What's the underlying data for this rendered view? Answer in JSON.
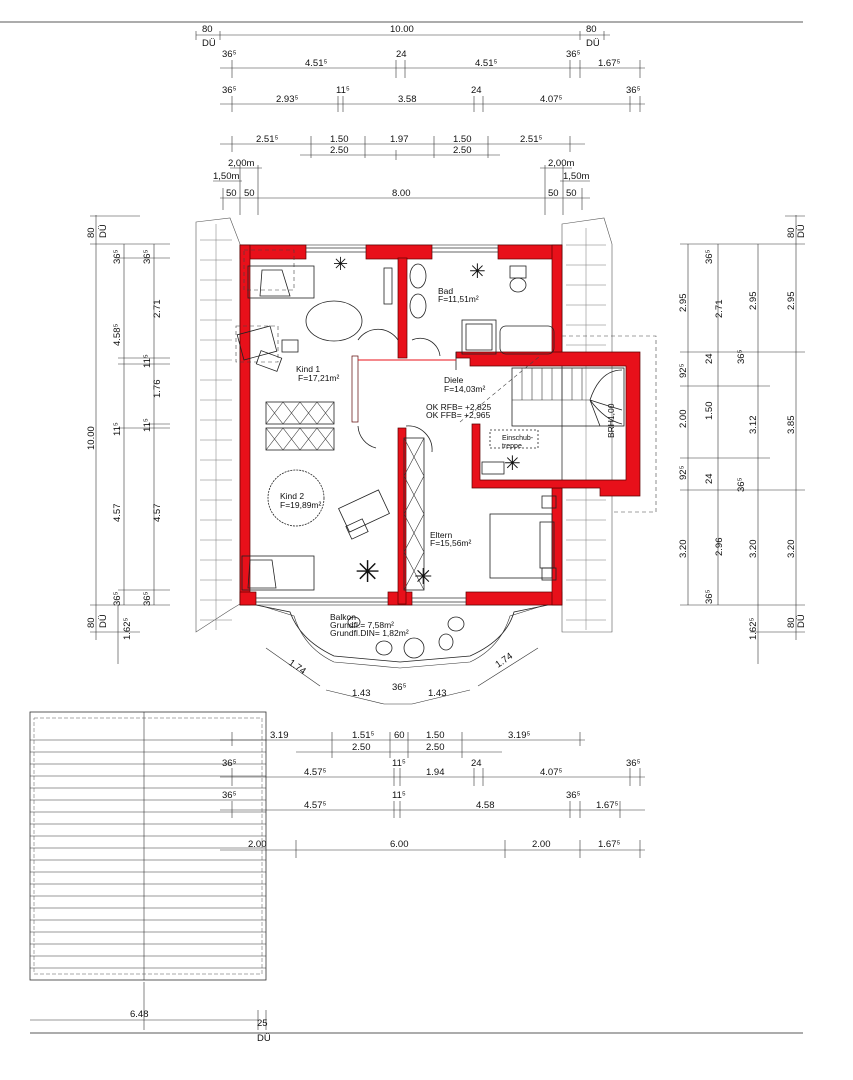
{
  "rooms": {
    "kind1": {
      "name": "Kind 1",
      "area": "F=17,21m²"
    },
    "kind2": {
      "name": "Kind 2",
      "area": "F=19,89m²"
    },
    "bad": {
      "name": "Bad",
      "area": "F=11,51m²"
    },
    "diele": {
      "name": "Diele",
      "area": "F=14,03m²"
    },
    "eltern": {
      "name": "Eltern",
      "area": "F=15,56m²"
    },
    "balkon": {
      "name": "Balkon",
      "area1": "Grundfl.= 7,58m²",
      "area2": "Grundfl.DIN= 1,82m²"
    },
    "okrfb": "OK RFB= +2,825",
    "okffb": "OK FFB= +2,965",
    "einschub1": "Einschub-",
    "einschub2": "treppe",
    "brh": "BRH1,00"
  },
  "top_dims": {
    "row1": [
      "80",
      "10.00",
      "80"
    ],
    "du": "DÜ",
    "row2": [
      "36⁵",
      "4.51⁵",
      "24",
      "4.51⁵",
      "36⁵",
      "1.67⁵"
    ],
    "row3": [
      "36⁵",
      "2.93⁵",
      "11⁵",
      "3.58",
      "24",
      "4.07⁵",
      "36⁵"
    ],
    "row4a": [
      "2.51⁵",
      "1.50",
      "1.97",
      "1.50",
      "2.51⁵"
    ],
    "row4b": [
      "2.50",
      "2.50"
    ],
    "row5": [
      "2,00m",
      "1,50m",
      "50",
      "50",
      "8.00",
      "50",
      "50",
      "2,00m",
      "1,50m"
    ]
  },
  "left_dims": {
    "outer": [
      "80",
      "DÜ",
      "10.00",
      "1.62⁵"
    ],
    "mid": [
      "36⁵",
      "4.58⁵",
      "11⁵",
      "4.57",
      "36⁵",
      "80",
      "DÜ"
    ],
    "inner": [
      "36⁵",
      "2.71",
      "11⁵",
      "1.76",
      "11⁵",
      "4.57",
      "36⁵"
    ]
  },
  "right_dims": {
    "a": [
      "2.95",
      "92⁵",
      "2.00",
      "92⁵",
      "3.20"
    ],
    "b": [
      "36⁵",
      "2.71",
      "24",
      "1.50",
      "24",
      "2.96",
      "36⁵"
    ],
    "c": [
      "2.95",
      "36⁵",
      "3.12",
      "36⁵",
      "3.20",
      "1.62⁵"
    ],
    "d": [
      "80",
      "DÜ",
      "2.95",
      "3.85",
      "3.20",
      "80",
      "DÜ"
    ]
  },
  "balcony_dims": [
    "1.74",
    "1.43",
    "36⁵",
    "1.43",
    "1.74"
  ],
  "bottom_dims": {
    "row1a": [
      "3.19",
      "1.51⁵",
      "60",
      "1.50",
      "3.19⁵"
    ],
    "row1b": [
      "2.50",
      "2.50"
    ],
    "row2": [
      "36⁵",
      "4.57⁵",
      "11⁵",
      "1.94",
      "24",
      "4.07⁵",
      "36⁵"
    ],
    "row3": [
      "36⁵",
      "4.57⁵",
      "11⁵",
      "4.58",
      "36⁵",
      "1.67⁵"
    ],
    "row4": [
      "2.00",
      "6.00",
      "2.00",
      "1.67⁵"
    ],
    "roof": [
      "6.48",
      "25",
      "DÜ"
    ]
  }
}
